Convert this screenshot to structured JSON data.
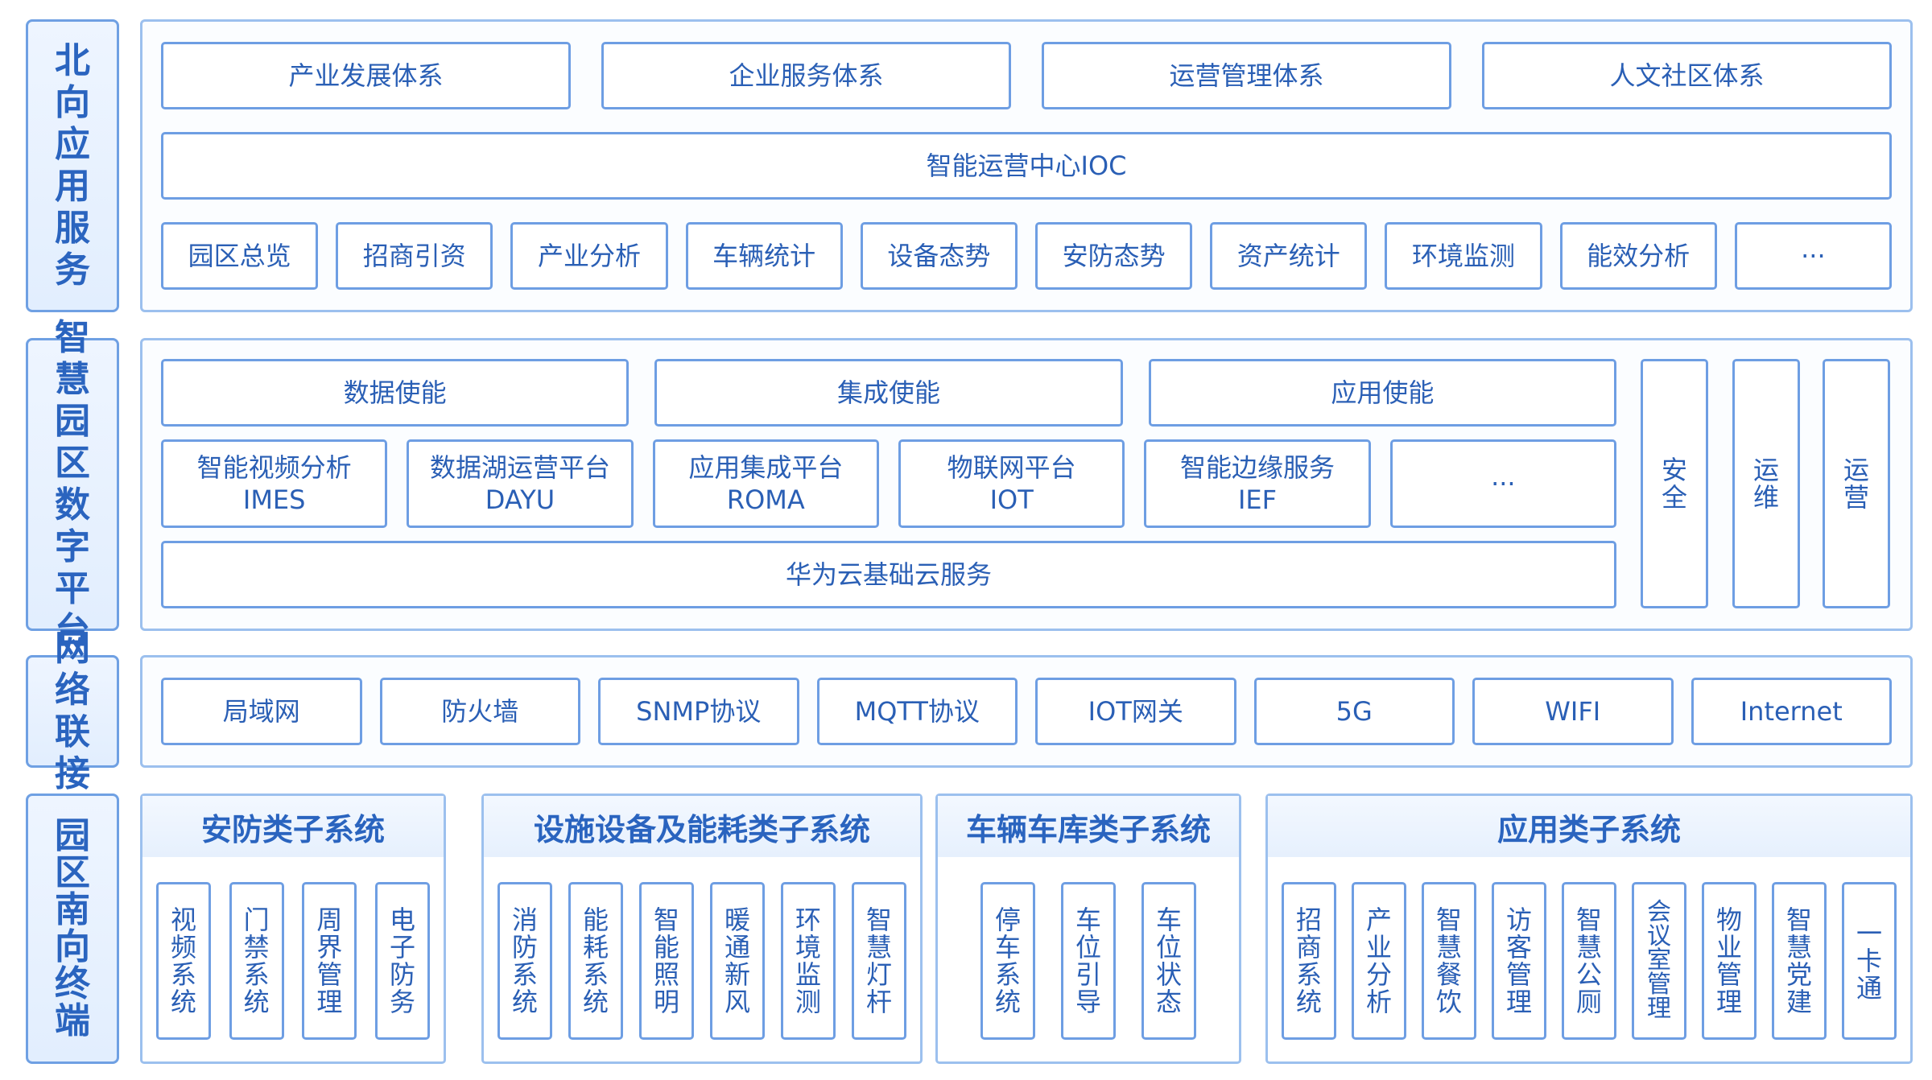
{
  "layers": {
    "north": "北向应用服务",
    "platform": "智慧园区数字平台",
    "network": "网络联接",
    "south": "园区南向终端"
  },
  "north": {
    "systems": [
      "产业发展体系",
      "企业服务体系",
      "运营管理体系",
      "人文社区体系"
    ],
    "ioc": "智能运营中心IOC",
    "apps": [
      "园区总览",
      "招商引资",
      "产业分析",
      "车辆统计",
      "设备态势",
      "安防态势",
      "资产统计",
      "环境监测",
      "能效分析",
      "···"
    ]
  },
  "platform": {
    "enablers": [
      "数据使能",
      "集成使能",
      "应用使能"
    ],
    "services": [
      "智能视频分析\nIMES",
      "数据湖运营平台\nDAYU",
      "应用集成平台\nROMA",
      "物联网平台\nIOT",
      "智能边缘服务\nIEF",
      "···"
    ],
    "cloud": "华为云基础云服务",
    "side": [
      "安全",
      "运维",
      "运营"
    ]
  },
  "network": {
    "items": [
      "局域网",
      "防火墙",
      "SNMP协议",
      "MQTT协议",
      "IOT网关",
      "5G",
      "WIFI",
      "Internet"
    ]
  },
  "south": {
    "groups": [
      {
        "title": "安防类子系统",
        "items": [
          "视频系统",
          "门禁系统",
          "周界管理",
          "电子防务"
        ]
      },
      {
        "title": "设施设备及能耗类子系统",
        "items": [
          "消防系统",
          "能耗系统",
          "智能照明",
          "暖通新风",
          "环境监测",
          "智慧灯杆"
        ]
      },
      {
        "title": "车辆车库类子系统",
        "items": [
          "停车系统",
          "车位引导",
          "车位状态"
        ]
      },
      {
        "title": "应用类子系统",
        "items": [
          "招商系统",
          "产业分析",
          "智慧餐饮",
          "访客管理",
          "智慧公厕",
          "会议室管理",
          "物业管理",
          "智慧党建",
          "一卡通"
        ]
      }
    ]
  }
}
